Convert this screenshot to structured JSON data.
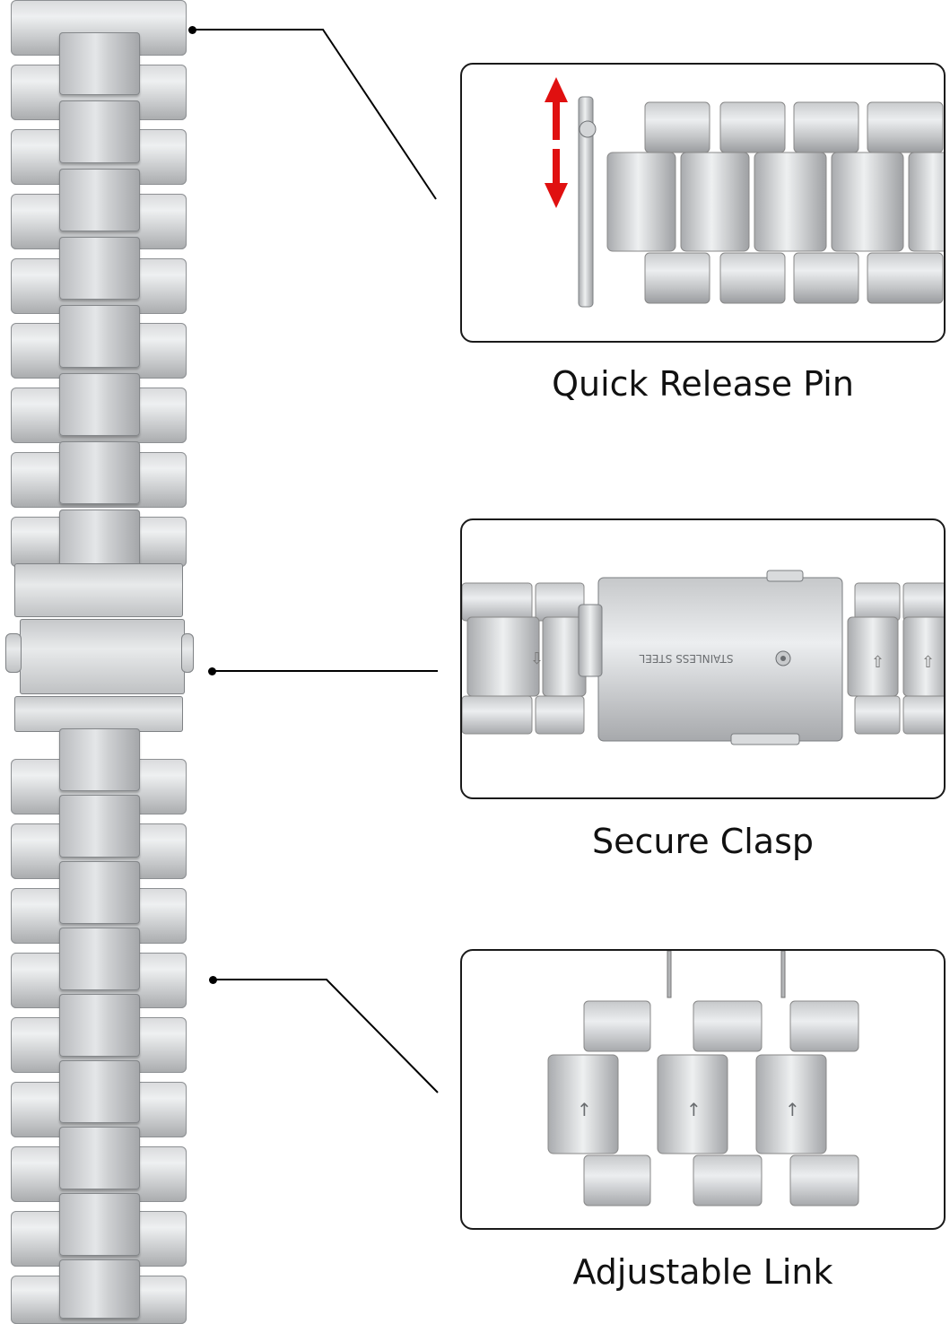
{
  "features": [
    {
      "label": "Quick Release Pin"
    },
    {
      "label": "Secure Clasp"
    },
    {
      "label": "Adjustable Link"
    }
  ],
  "clasp_engraving": "STAINLESS STEEL",
  "colors": {
    "steel_light": "#eef0f1",
    "steel_mid": "#c7c9cb",
    "steel_dark": "#8d9093",
    "arrow_red": "#e01010",
    "outline": "#1a1a1a"
  }
}
